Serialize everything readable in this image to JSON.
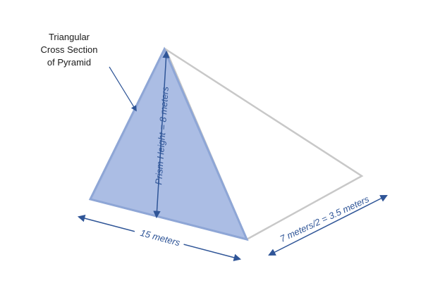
{
  "callout": {
    "line1": "Triangular",
    "line2": "Cross Section",
    "line3": "of Pyramid"
  },
  "labels": {
    "height": "Prism Height = 8 meters",
    "base": "15 meters",
    "depth": "7 meters/2 = 3.5 meters"
  },
  "colors": {
    "cross_section_fill": "#a6b9e3",
    "cross_section_edge": "#8ea6d6",
    "prism_edge": "#c8c8c8",
    "dimension": "#2f5597",
    "text": "#1a1a1a"
  }
}
